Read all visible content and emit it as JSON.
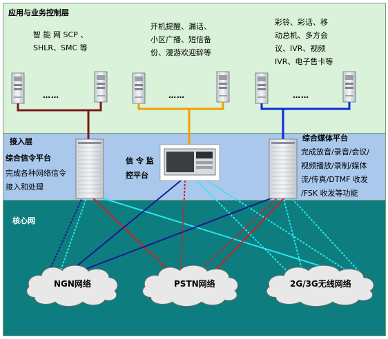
{
  "layers": {
    "app": {
      "title": "应用与业务控制层",
      "left_text": [
        "智 能 网  SCP 、",
        "SHLR、SMC 等"
      ],
      "mid_text": [
        "开机提醒、漏话、",
        "小区广播、短信备",
        "份、漫游欢迎辞等"
      ],
      "right_text": [
        "彩铃、彩话、移",
        "动总机、多方会",
        "议、IVR、视频",
        "IVR、电子售卡等"
      ],
      "dots": "……"
    },
    "access": {
      "title": "接入层",
      "sig_platform": "综合信令平台",
      "sig_desc": [
        "完成各种网络信令",
        "接入和处理"
      ],
      "monitor": [
        "信 令 监",
        "控平台"
      ],
      "media_platform": "综合媒体平台",
      "media_desc": [
        "完成放音/录音/会议/",
        "视频播放/录制/媒体",
        "流/传真/DTMF 收发",
        "/FSK 收发等功能"
      ]
    },
    "core": {
      "title": "核心网",
      "clouds": [
        "NGN网络",
        "PSTN网络",
        "2G/3G无线网络"
      ]
    }
  },
  "colors": {
    "app_bg": "#d9f2d9",
    "access_bg": "#a9c8ec",
    "core_bg": "#0d7d7f",
    "left_bus": "#7b1a1a",
    "mid_bus": "#f0a000",
    "right_bus": "#0a2ad8",
    "red_link": "#d42020",
    "navy_link": "#1a1a8c",
    "cyan_link": "#29e6f0"
  }
}
